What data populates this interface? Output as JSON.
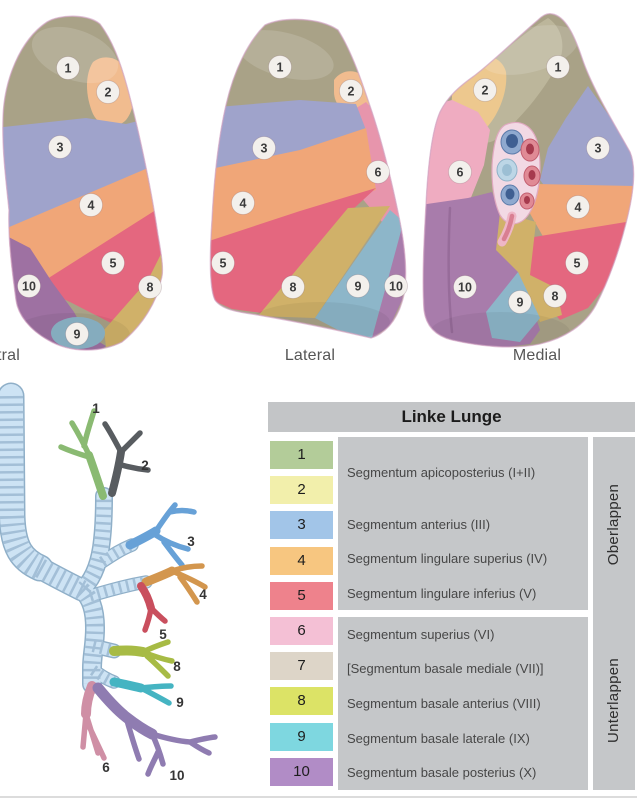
{
  "captions": {
    "ventral": "tral",
    "lateral": "Lateral",
    "medial": "Medial"
  },
  "numerals": {
    "1": "1",
    "2": "2",
    "3": "3",
    "4": "4",
    "5": "5",
    "6": "6",
    "7": "7",
    "8": "8",
    "9": "9",
    "10": "10"
  },
  "legend": {
    "title": "Linke Lunge",
    "groups": [
      {
        "label": "Oberlappen"
      },
      {
        "label": "Unterlappen"
      }
    ],
    "rows": [
      {
        "num": "1",
        "color": "#b3cc99"
      },
      {
        "num": "2",
        "color": "#f2efab"
      },
      {
        "num": "3",
        "color": "#a2c5e8"
      },
      {
        "num": "4",
        "color": "#f7c680"
      },
      {
        "num": "5",
        "color": "#ee828c"
      },
      {
        "num": "6",
        "color": "#f4c0d5"
      },
      {
        "num": "7",
        "color": "#ddd5c8"
      },
      {
        "num": "8",
        "color": "#dce366"
      },
      {
        "num": "9",
        "color": "#7ed7e0"
      },
      {
        "num": "10",
        "color": "#b18cc6"
      }
    ],
    "entries": [
      {
        "text": "Segmentum apicoposterius (I+II)"
      },
      {
        "text": "Segmentum anterius (III)"
      },
      {
        "text": "Segmentum lingulare superius (IV)"
      },
      {
        "text": "Segmentum lingulare inferius (V)"
      },
      {
        "text": "Segmentum superius (VI)"
      },
      {
        "text": "[Segmentum basale mediale (VII)]"
      },
      {
        "text": "Segmentum basale anterius (VIII)"
      },
      {
        "text": "Segmentum basale laterale (IX)"
      },
      {
        "text": "Segmentum basale posterius (X)"
      }
    ]
  },
  "palette": {
    "lung_olive": "#a9a287",
    "lung_olive_light": "#bcb69b",
    "lung_peach": "#f1bc8f",
    "lung_peach_medial": "#edc88e",
    "lung_periwinkle": "#9fa3cb",
    "lung_orange": "#f0a678",
    "lung_red": "#e4677f",
    "lung_pink": "#e795ac",
    "lung_pink_light": "#efacc1",
    "lung_gold": "#d0b169",
    "lung_steel": "#8db6c9",
    "lung_purple": "#9e71a2",
    "lung_purple_light": "#a87cab",
    "tree_trachea": "#cde3f4",
    "tree_1": "#8aba72",
    "tree_2": "#585c60",
    "tree_3": "#67a1d7",
    "tree_4": "#d3964e",
    "tree_5": "#c94f5e",
    "tree_6": "#cf8fa5",
    "tree_8": "#a7bb45",
    "tree_9": "#45b4c2",
    "tree_10": "#8f7cb1"
  },
  "theme": {
    "header_bg": "#c3c5c7",
    "panel_bg": "#c5c7c9",
    "divider": "#dcdcdc"
  }
}
